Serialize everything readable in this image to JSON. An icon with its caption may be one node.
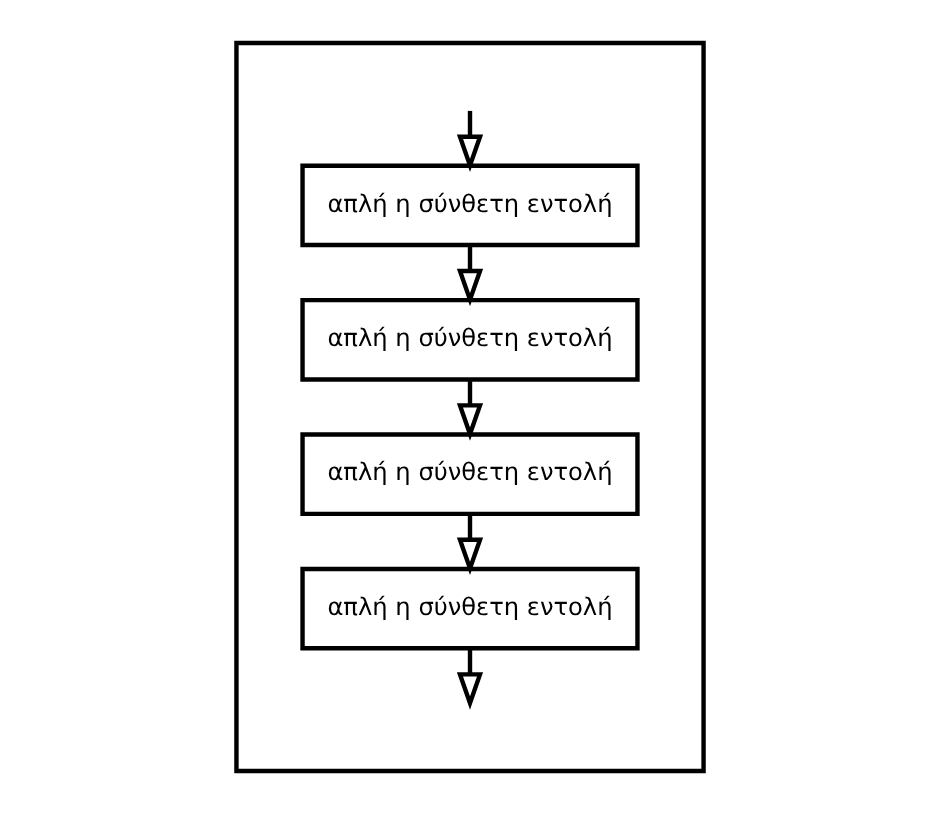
{
  "diagram": {
    "nodes": [
      {
        "text": [],
        "shape": "box"
      },
      {
        "text": [
          "απλή η σύνθετη εντολή"
        ],
        "in": 0
      },
      {
        "text": [
          "απλή η σύνθετη εντολή"
        ],
        "in": 0
      },
      {
        "text": [
          "απλή η σύνθετη εντολή"
        ],
        "in": 0
      },
      {
        "text": [
          "απλή η σύνθετη εντολή"
        ],
        "in": 0
      }
    ],
    "edges": [
      {
        "from": null,
        "to": 1,
        "arrow": "to"
      },
      {
        "from": 1,
        "to": 2,
        "arrow": "to"
      },
      {
        "from": 2,
        "to": 3,
        "arrow": "to"
      },
      {
        "from": 3,
        "to": 4,
        "arrow": "to"
      },
      {
        "from": 4,
        "to": null,
        "arrow": "to"
      }
    ]
  }
}
